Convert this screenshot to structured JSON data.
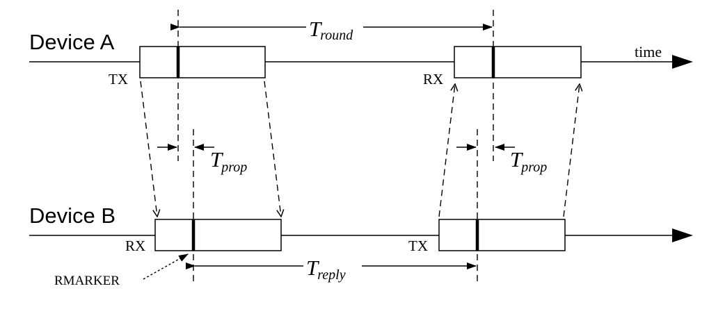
{
  "device_a": {
    "label": "Device A",
    "tx_label": "TX",
    "rx_label": "RX"
  },
  "device_b": {
    "label": "Device B",
    "rx_label": "RX",
    "tx_label": "TX"
  },
  "time_label": "time",
  "t_round": {
    "symbol": "T",
    "subscript": "round"
  },
  "t_prop_1": {
    "symbol": "T",
    "subscript": "prop"
  },
  "t_prop_2": {
    "symbol": "T",
    "subscript": "prop"
  },
  "t_reply": {
    "symbol": "T",
    "subscript": "reply"
  },
  "rmarker_label": "RMARKER"
}
